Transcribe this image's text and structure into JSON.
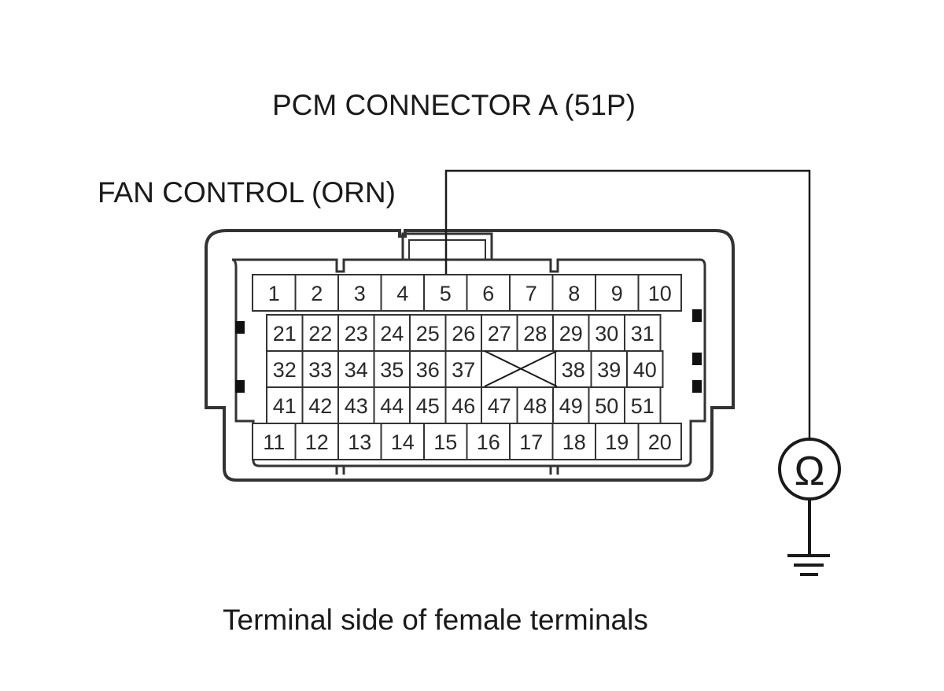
{
  "title": "PCM CONNECTOR A (51P)",
  "probe_label": "FAN CONTROL (ORN)",
  "caption": "Terminal side of female terminals",
  "meter_symbol": "Ω",
  "probed_terminal": "5",
  "connector": {
    "rows": [
      [
        "1",
        "2",
        "3",
        "4",
        "5",
        "6",
        "7",
        "8",
        "9",
        "10"
      ],
      [
        "21",
        "22",
        "23",
        "24",
        "25",
        "26",
        "27",
        "28",
        "29",
        "30",
        "31"
      ],
      [
        "32",
        "33",
        "34",
        "35",
        "36",
        "37",
        "38",
        "39",
        "40"
      ],
      [
        "41",
        "42",
        "43",
        "44",
        "45",
        "46",
        "47",
        "48",
        "49",
        "50",
        "51"
      ],
      [
        "11",
        "12",
        "13",
        "14",
        "15",
        "16",
        "17",
        "18",
        "19",
        "20"
      ]
    ]
  },
  "colors": {
    "line": "#1a1a1a",
    "housing": "#333333",
    "cell_text": "#2a2a2a"
  }
}
